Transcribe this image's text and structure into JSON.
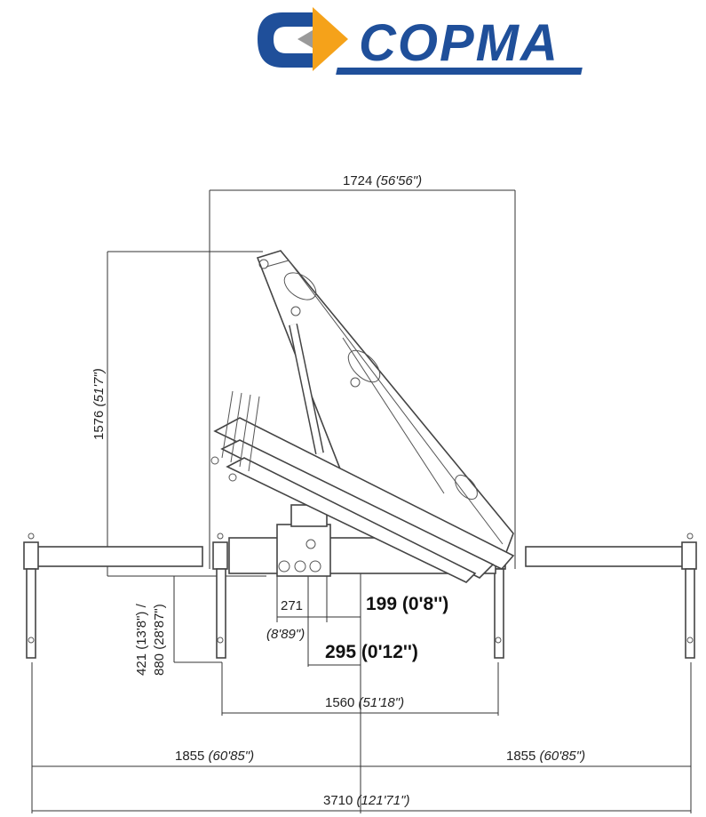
{
  "logo": {
    "text": "COPMA",
    "colors": {
      "blue": "#1f4f9a",
      "orange": "#f5a21a",
      "gray": "#9a9a9a"
    }
  },
  "dimensions": {
    "top_width": {
      "value": "1724",
      "imperial": "(56'56\")"
    },
    "height": {
      "value": "1576",
      "imperial": "(51'7\")"
    },
    "stab_height": {
      "line1": "421 (13'8\") /",
      "line2": "880 (28'87\")"
    },
    "d271": {
      "value": "271",
      "imperial": "(8'89\")"
    },
    "d199": "199 (0'8'')",
    "d295": {
      "value": "295",
      "imperial": "(0'12'')"
    },
    "base_width": {
      "value": "1560",
      "imperial": "(51'18\")"
    },
    "half_left": {
      "value": "1855",
      "imperial": "(60'85\")"
    },
    "half_right": {
      "value": "1855",
      "imperial": "(60'85\")"
    },
    "total_width": {
      "value": "3710",
      "imperial": "(121'71\")"
    }
  }
}
